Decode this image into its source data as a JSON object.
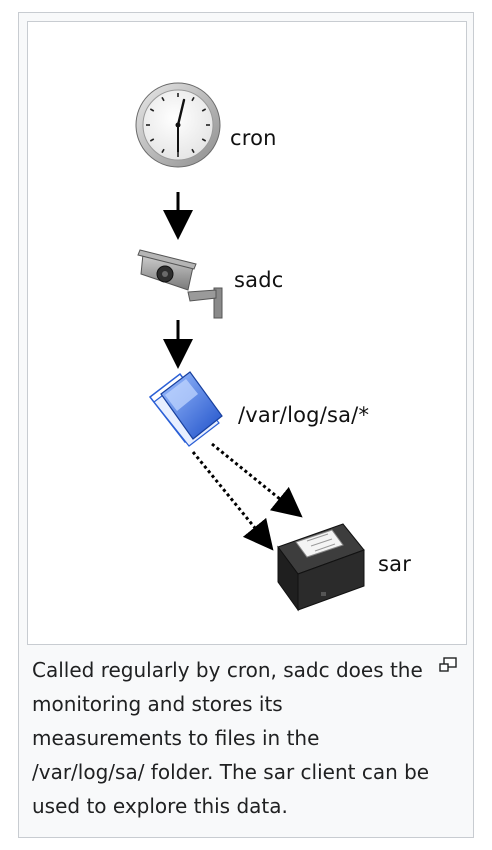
{
  "figure": {
    "nodes": {
      "clock_label": "cron",
      "camera_label": "sadc",
      "folder_label": "/var/log/sa/*",
      "printer_label": "sar"
    },
    "icons": {
      "clock": "clock-icon",
      "camera": "security-camera-icon",
      "folder": "folder-icon",
      "printer": "printer-icon",
      "magnify": "magnify-icon"
    },
    "colors": {
      "folder_blue": "#2a5fd6",
      "printer_body": "#2b2b2b",
      "arrow": "#000000",
      "border": "#c8ccd1",
      "caption_bg": "#f8f9fa"
    }
  },
  "caption": {
    "text": "Called regularly by cron, sadc does the monitoring and stores its measurements to files in the /var/log/sa/ folder. The sar client can be used to explore this data."
  }
}
